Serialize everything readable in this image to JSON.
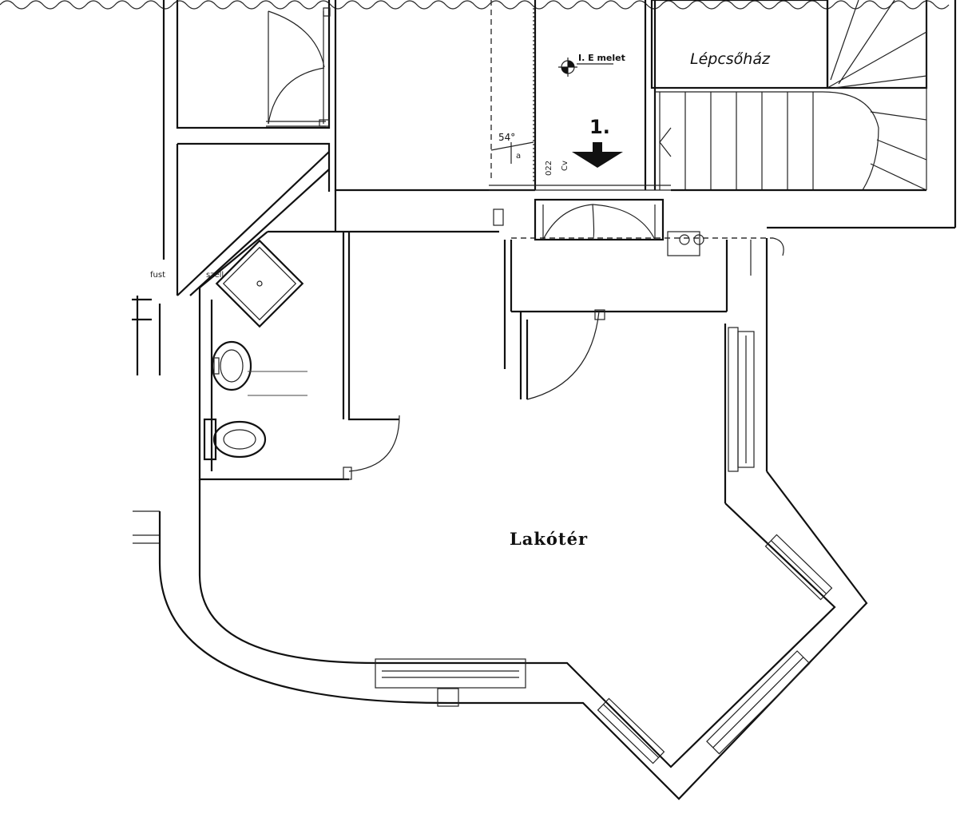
{
  "labels": {
    "living_space": "Lakótér",
    "staircase": "Lépcsőház",
    "floor_marker": "I. E melet",
    "step_number": "1.",
    "angle": "54°",
    "dimension": "022",
    "dimension_letter": "a",
    "dimension_cv": "Cv",
    "left_wall_text_1": "fust",
    "left_wall_text_2": "szell"
  },
  "colors": {
    "line": "#111111",
    "background": "#ffffff"
  },
  "icons": {
    "level_marker": "level-target-icon",
    "entry_arrow": "down-arrow-icon",
    "stair_direction": "chevron-left-icon"
  }
}
